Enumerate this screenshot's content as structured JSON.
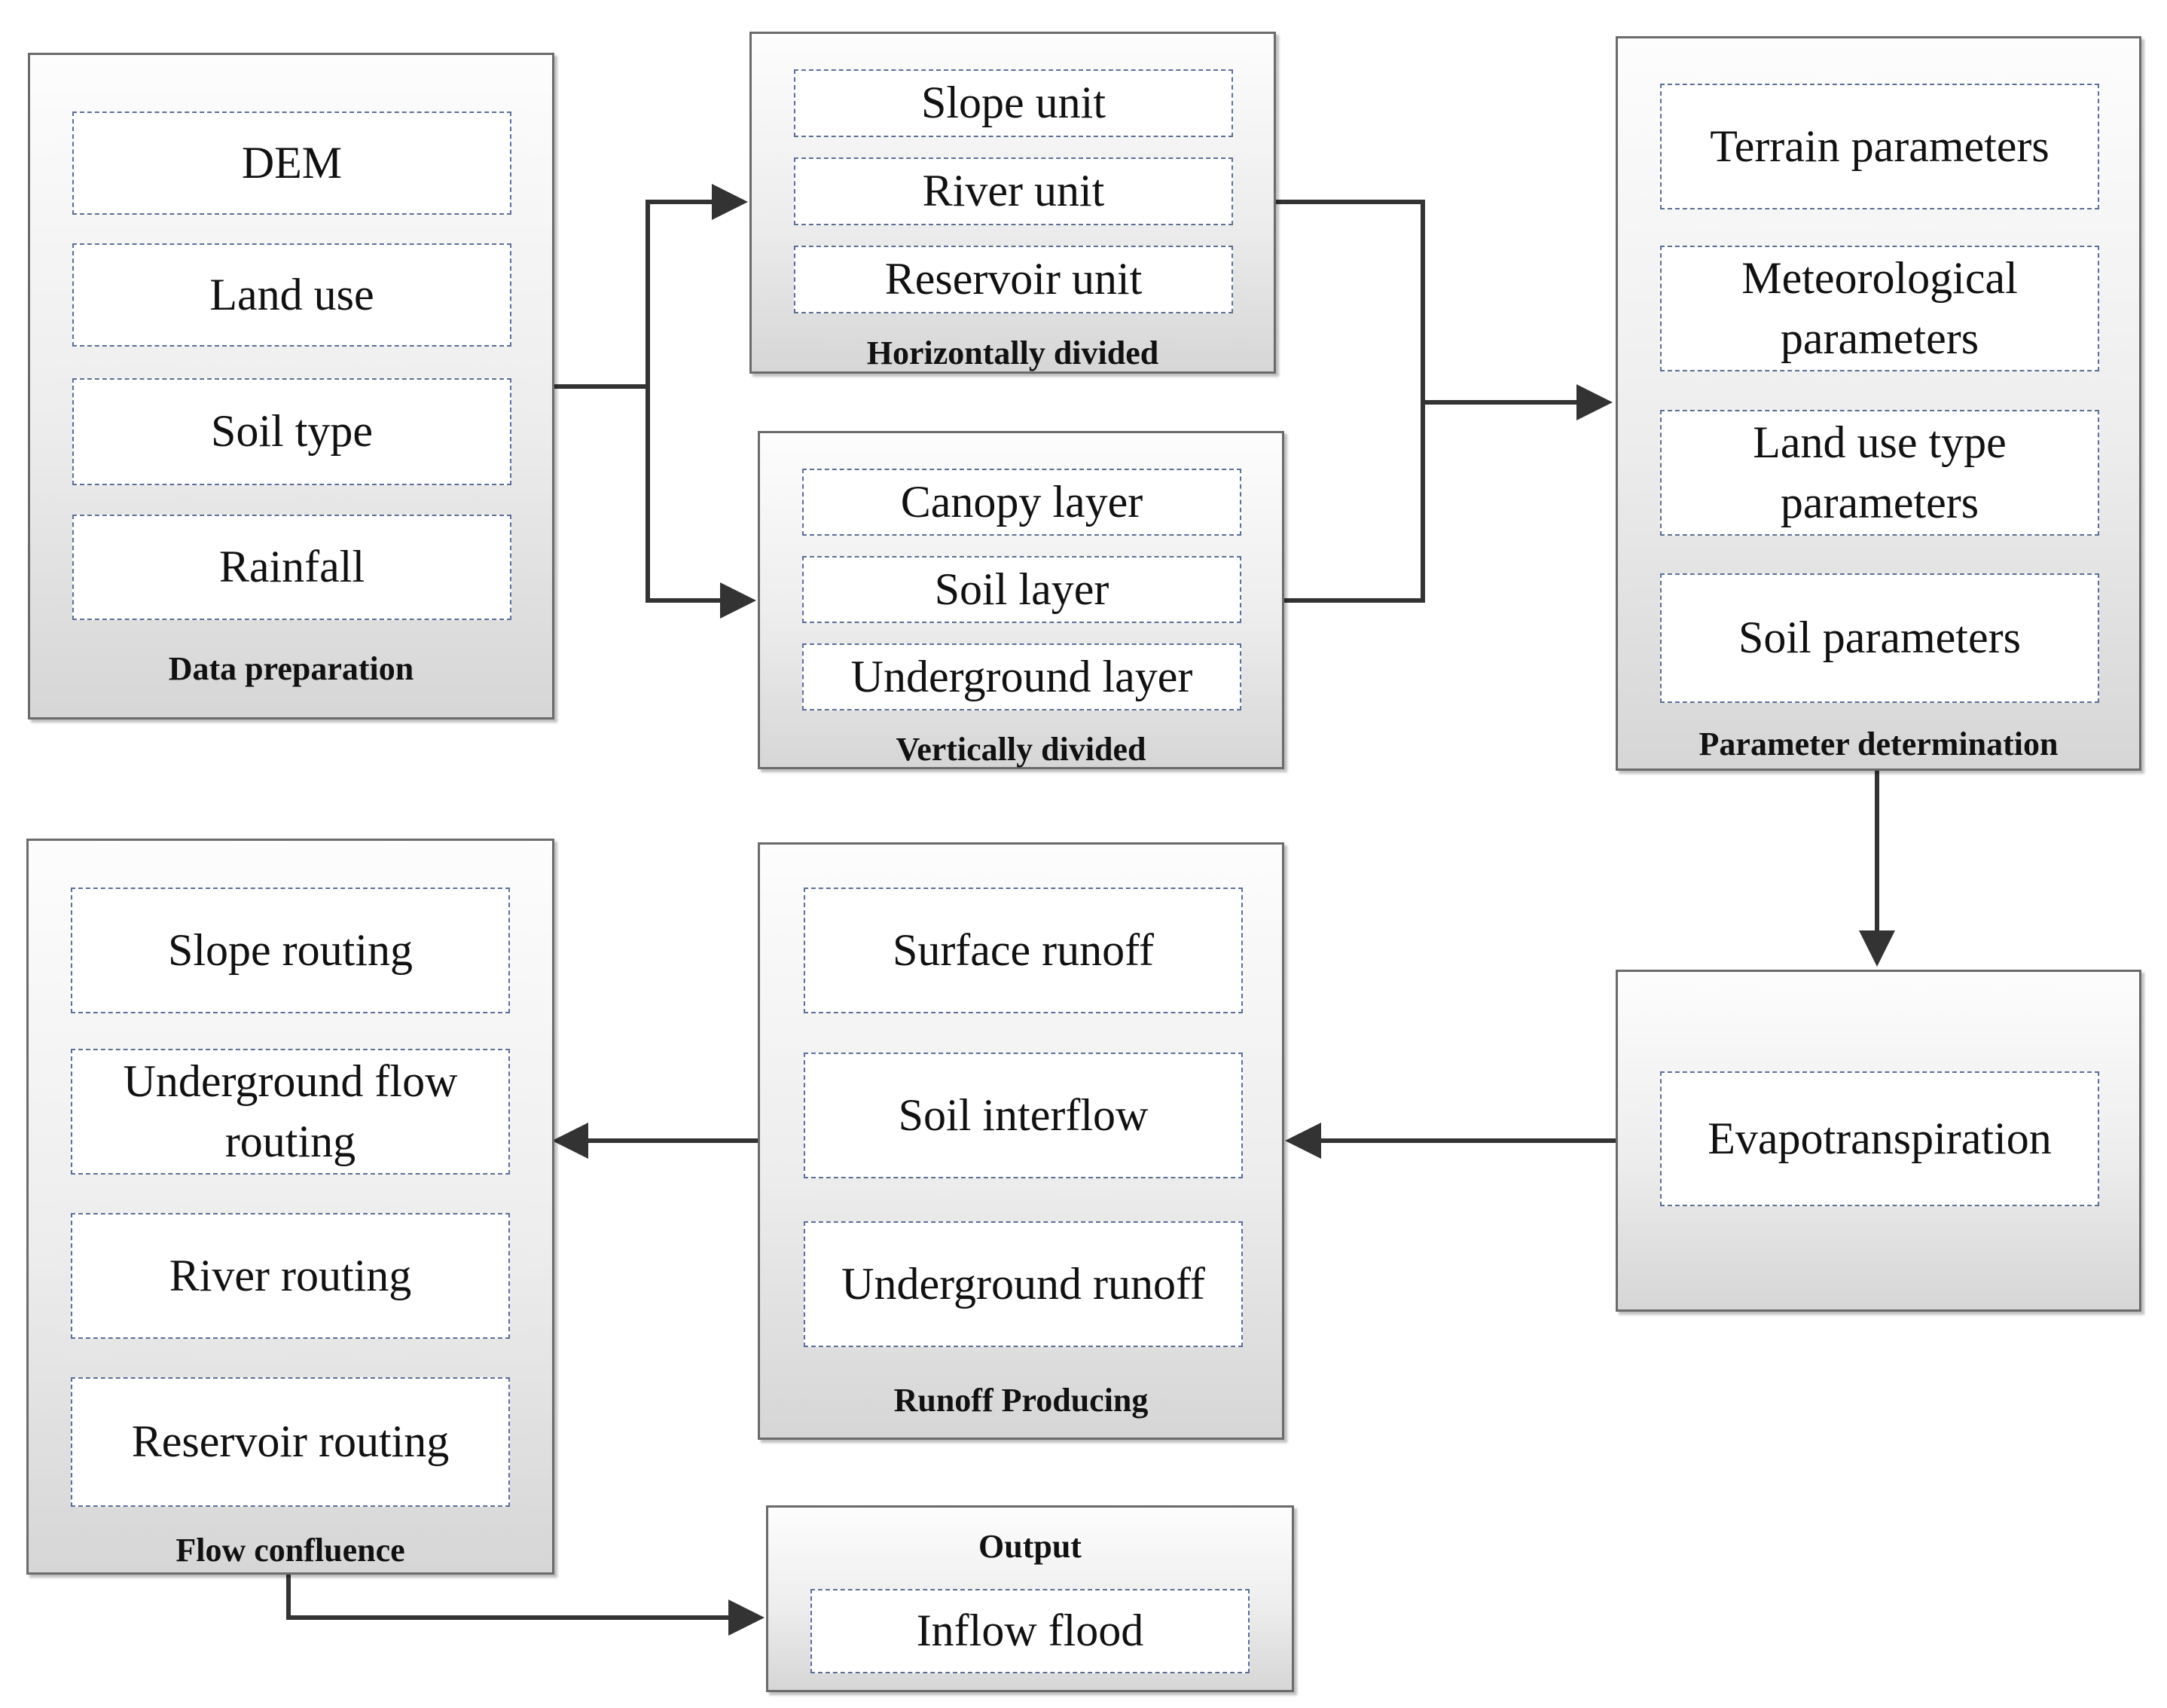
{
  "groups": {
    "data_preparation": {
      "caption": "Data preparation",
      "items": [
        "DEM",
        "Land use",
        "Soil type",
        "Rainfall"
      ]
    },
    "horizontally_divided": {
      "caption": "Horizontally divided",
      "items": [
        "Slope unit",
        "River unit",
        "Reservoir unit"
      ]
    },
    "vertically_divided": {
      "caption": "Vertically divided",
      "items": [
        "Canopy layer",
        "Soil layer",
        "Underground layer"
      ]
    },
    "parameter_determination": {
      "caption": "Parameter determination",
      "items": [
        "Terrain parameters",
        "Meteorological\nparameters",
        "Land use type\nparameters",
        "Soil parameters"
      ]
    },
    "evapotranspiration": {
      "items": [
        "Evapotranspiration"
      ]
    },
    "runoff_producing": {
      "caption": "Runoff Producing",
      "items": [
        "Surface runoff",
        "Soil interflow",
        "Underground runoff"
      ]
    },
    "flow_confluence": {
      "caption": "Flow confluence",
      "items": [
        "Slope routing",
        "Underground flow\nrouting",
        "River routing",
        "Reservoir routing"
      ]
    },
    "output": {
      "caption": "Output",
      "items": [
        "Inflow flood"
      ]
    }
  }
}
